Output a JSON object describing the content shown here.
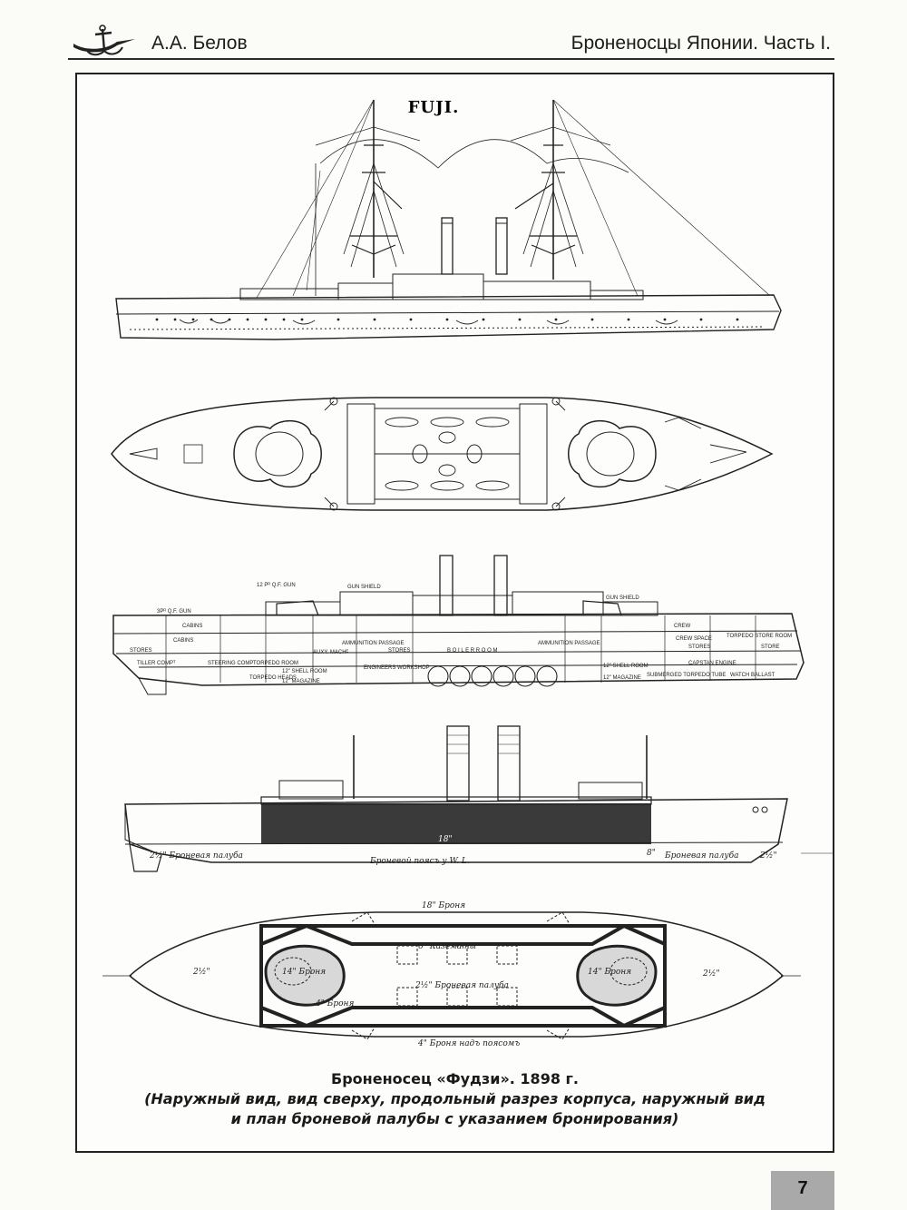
{
  "header": {
    "author": "А.А. Белов",
    "book_title": "Броненосцы Японии. Часть I.",
    "logo_icon": "anchor-icon"
  },
  "figure": {
    "ship_title": "FUJI.",
    "section_labels": {
      "qf_gun_aft": "3Pᴿ Q.F. GUN",
      "qf_guns_fwd": "12 Pᴿ Q.F. GUN",
      "gun_shield_aft": "GUN SHIELD",
      "gun_shield_fwd": "GUN SHIELD",
      "cabins_upper": "CABINS",
      "cabins_lower": "CABINS",
      "stores_aft": "STORES",
      "tiller": "TILLER COMPᵀ",
      "steering": "STEERING COMPᵀ",
      "torpedo_room": "TORPEDO ROOM",
      "shell_room_aft": "12\" SHELL ROOM",
      "magazine_aft": "12\" MAGAZINE",
      "torpedo_heads": "TORPEDO HEADS",
      "auxy_mach": "AUXY. MACHᴱ",
      "ammunition_passage_aft": "AMMUNITION PASSAGE",
      "stores_mid": "STORES",
      "engineers_workshop": "ENGINEERS WORKSHOP",
      "boiler_room": "B O I L E R   R O O M",
      "ammunition_passage_fwd": "AMMUNITION PASSAGE",
      "shell_room_fwd": "12\" SHELL ROOM",
      "magazine_fwd": "12\" MAGAZINE",
      "submerged_tube": "SUBMERGED TORPEDO TUBE",
      "stores_fwd": "STORES",
      "capstan_engine": "CAPSTAN ENGINE",
      "crew": "CREW",
      "crew_space": "CREW SPACE",
      "torpedo_store": "TORPEDO STORE ROOM",
      "store": "STORE",
      "watch_ballast": "WATCH BALLAST"
    },
    "elevation_labels": {
      "deck_aft": "2½\" Броневая палуба",
      "belt": "Броневой поясъ у W. L.",
      "deck_fwd": "Броневая палуба",
      "belt_thickness": "18\"",
      "deck_aft_thickness": "2½\"",
      "fwd_thickness": "8\""
    },
    "plan_labels": {
      "armor_18": "18\" Броня",
      "casemates": "6\" Казематы",
      "barbette_aft": "14\" Броня",
      "barbette_fwd": "14\" Броня",
      "armor_deck": "2½\" Броневая палуба",
      "armor_4_side": "4\" Броня",
      "armor_4_above": "4\" Броня надъ поясомъ",
      "deck_ends_aft": "2½\"",
      "deck_ends_fwd": "2½\""
    }
  },
  "caption": {
    "line1": "Броненосец «Фудзи». 1898 г.",
    "line2": "(Наружный вид, вид сверху, продольный разрез корпуса, наружный вид",
    "line3": "и план броневой палубы с указанием бронирования)"
  },
  "page": {
    "number": "7"
  }
}
